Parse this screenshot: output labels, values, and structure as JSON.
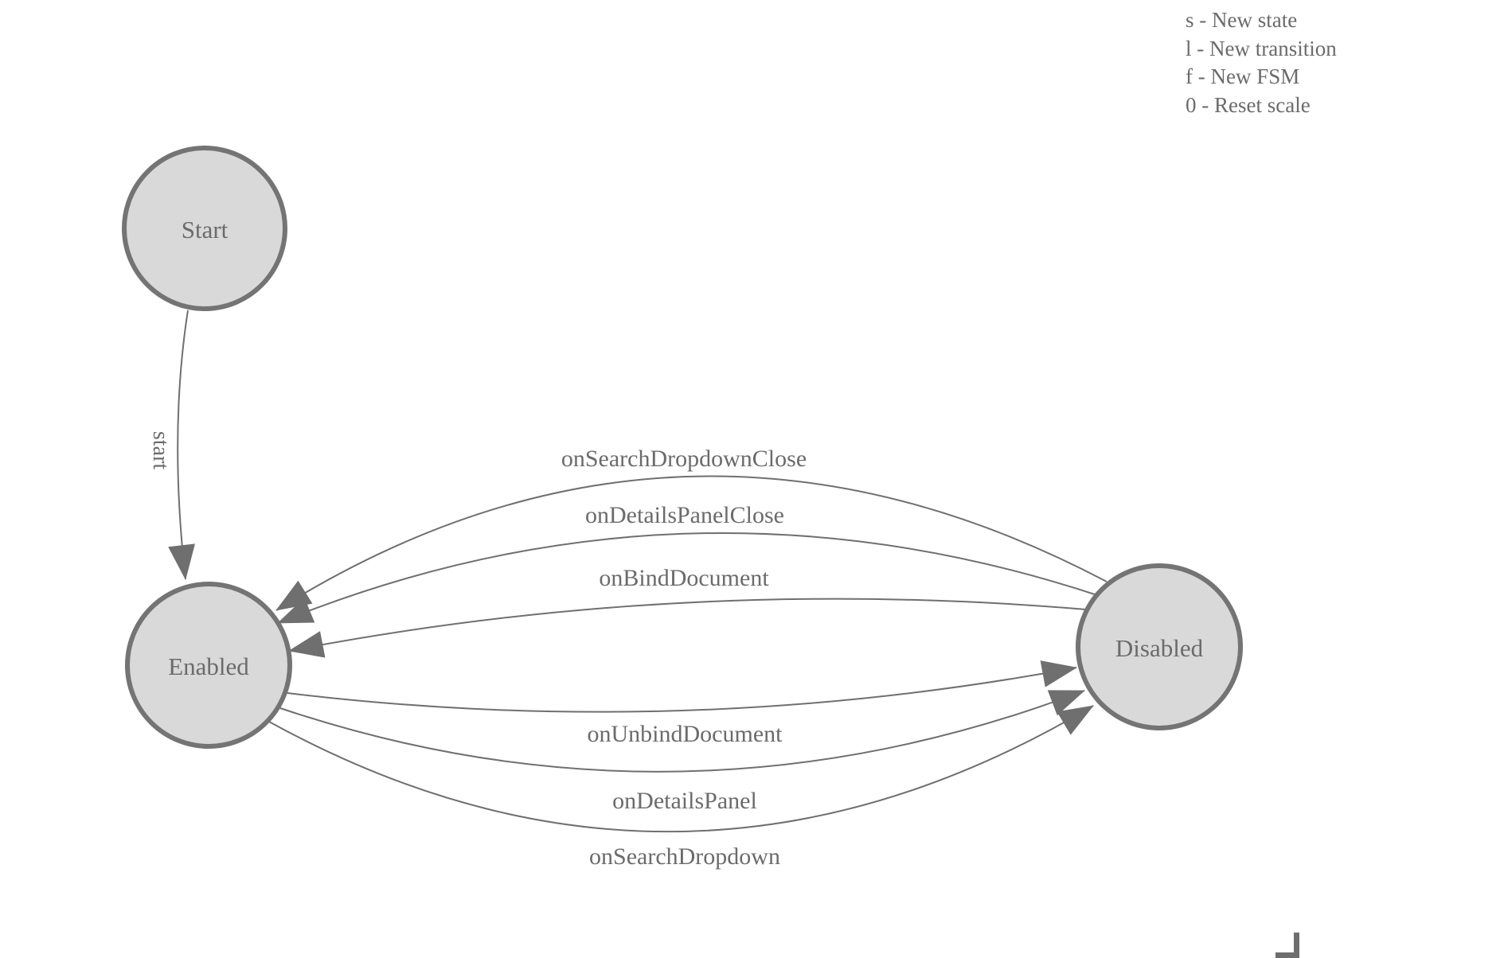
{
  "colors": {
    "background": "#ffffff",
    "node_fill": "#d9d9d9",
    "node_stroke": "#747474",
    "edge": "#6f6f6f",
    "text": "#6b6b6b"
  },
  "legend": {
    "items": [
      {
        "label": "s - New state"
      },
      {
        "label": "l - New transition"
      },
      {
        "label": "f - New FSM"
      },
      {
        "label": "0 - Reset scale"
      }
    ]
  },
  "diagram": {
    "nodes": [
      {
        "id": "start",
        "label": "Start"
      },
      {
        "id": "enabled",
        "label": "Enabled"
      },
      {
        "id": "disabled",
        "label": "Disabled"
      }
    ],
    "edges": [
      {
        "label": "start",
        "from": "Start",
        "to": "Enabled"
      },
      {
        "label": "onSearchDropdownClose",
        "from": "Disabled",
        "to": "Enabled"
      },
      {
        "label": "onDetailsPanelClose",
        "from": "Disabled",
        "to": "Enabled"
      },
      {
        "label": "onBindDocument",
        "from": "Disabled",
        "to": "Enabled"
      },
      {
        "label": "onUnbindDocument",
        "from": "Enabled",
        "to": "Disabled"
      },
      {
        "label": "onDetailsPanel",
        "from": "Enabled",
        "to": "Disabled"
      },
      {
        "label": "onSearchDropdown",
        "from": "Enabled",
        "to": "Disabled"
      }
    ]
  }
}
